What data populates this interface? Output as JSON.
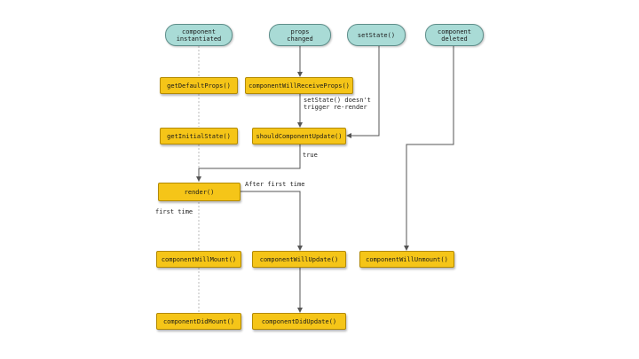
{
  "colors": {
    "event_fill": "#a9dbd6",
    "method_fill": "#f5c518",
    "line": "#555555"
  },
  "events": {
    "component_instantiated": "component\ninstantiated",
    "props_changed": "props\nchanged",
    "set_state": "setState()",
    "component_deleted": "component\ndeleted"
  },
  "methods": {
    "get_default_props": "getDefaultProps()",
    "component_will_receive_props": "componentWillReceiveProps()",
    "get_initial_state": "getInitialState()",
    "should_component_update": "shouldComponentUpdate()",
    "render": "render()",
    "component_will_mount": "componentWillMount()",
    "component_will_update": "componentWillUpdate()",
    "component_will_unmount": "componentWillUnmount()",
    "component_did_mount": "componentDidMount()",
    "component_did_update": "componentDidUpdate()"
  },
  "annotations": {
    "set_state_note": "setState() doesn't\ntrigger re-render",
    "true_label": "true",
    "after_first_time": "After first time",
    "first_time": "first time"
  }
}
